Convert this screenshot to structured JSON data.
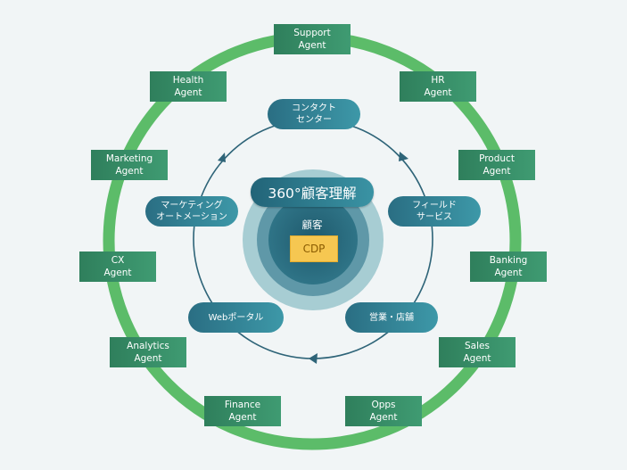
{
  "center": {
    "title": "360°顧客理解",
    "label": "顧客",
    "badge": "CDP"
  },
  "channels": [
    {
      "id": "contact-center",
      "line1": "コンタクト",
      "line2": "センター"
    },
    {
      "id": "field-service",
      "line1": "フィールド",
      "line2": "サービス"
    },
    {
      "id": "sales-store",
      "line1": "営業・店舗",
      "line2": ""
    },
    {
      "id": "web-portal",
      "line1": "Webポータル",
      "line2": ""
    },
    {
      "id": "marketing-automation",
      "line1": "マーケティング",
      "line2": "オートメーション"
    }
  ],
  "agents": [
    {
      "id": "support",
      "line1": "Support",
      "line2": "Agent"
    },
    {
      "id": "hr",
      "line1": "HR",
      "line2": "Agent"
    },
    {
      "id": "product",
      "line1": "Product",
      "line2": "Agent"
    },
    {
      "id": "banking",
      "line1": "Banking",
      "line2": "Agent"
    },
    {
      "id": "sales",
      "line1": "Sales",
      "line2": "Agent"
    },
    {
      "id": "opps",
      "line1": "Opps",
      "line2": "Agent"
    },
    {
      "id": "finance",
      "line1": "Finance",
      "line2": "Agent"
    },
    {
      "id": "analytics",
      "line1": "Analytics",
      "line2": "Agent"
    },
    {
      "id": "cx",
      "line1": "CX",
      "line2": "Agent"
    },
    {
      "id": "marketing",
      "line1": "Marketing",
      "line2": "Agent"
    },
    {
      "id": "health",
      "line1": "Health",
      "line2": "Agent"
    }
  ],
  "colors": {
    "outer_ring": "#5cbc69",
    "agent_box": "#338563",
    "channel_pill": "#2f7f93",
    "inner_circle_line": "#2e6478",
    "center_disc_outer": "#a7cdd3",
    "center_disc_inner": "#2e6a7c",
    "cdp_badge": "#f6c751"
  }
}
